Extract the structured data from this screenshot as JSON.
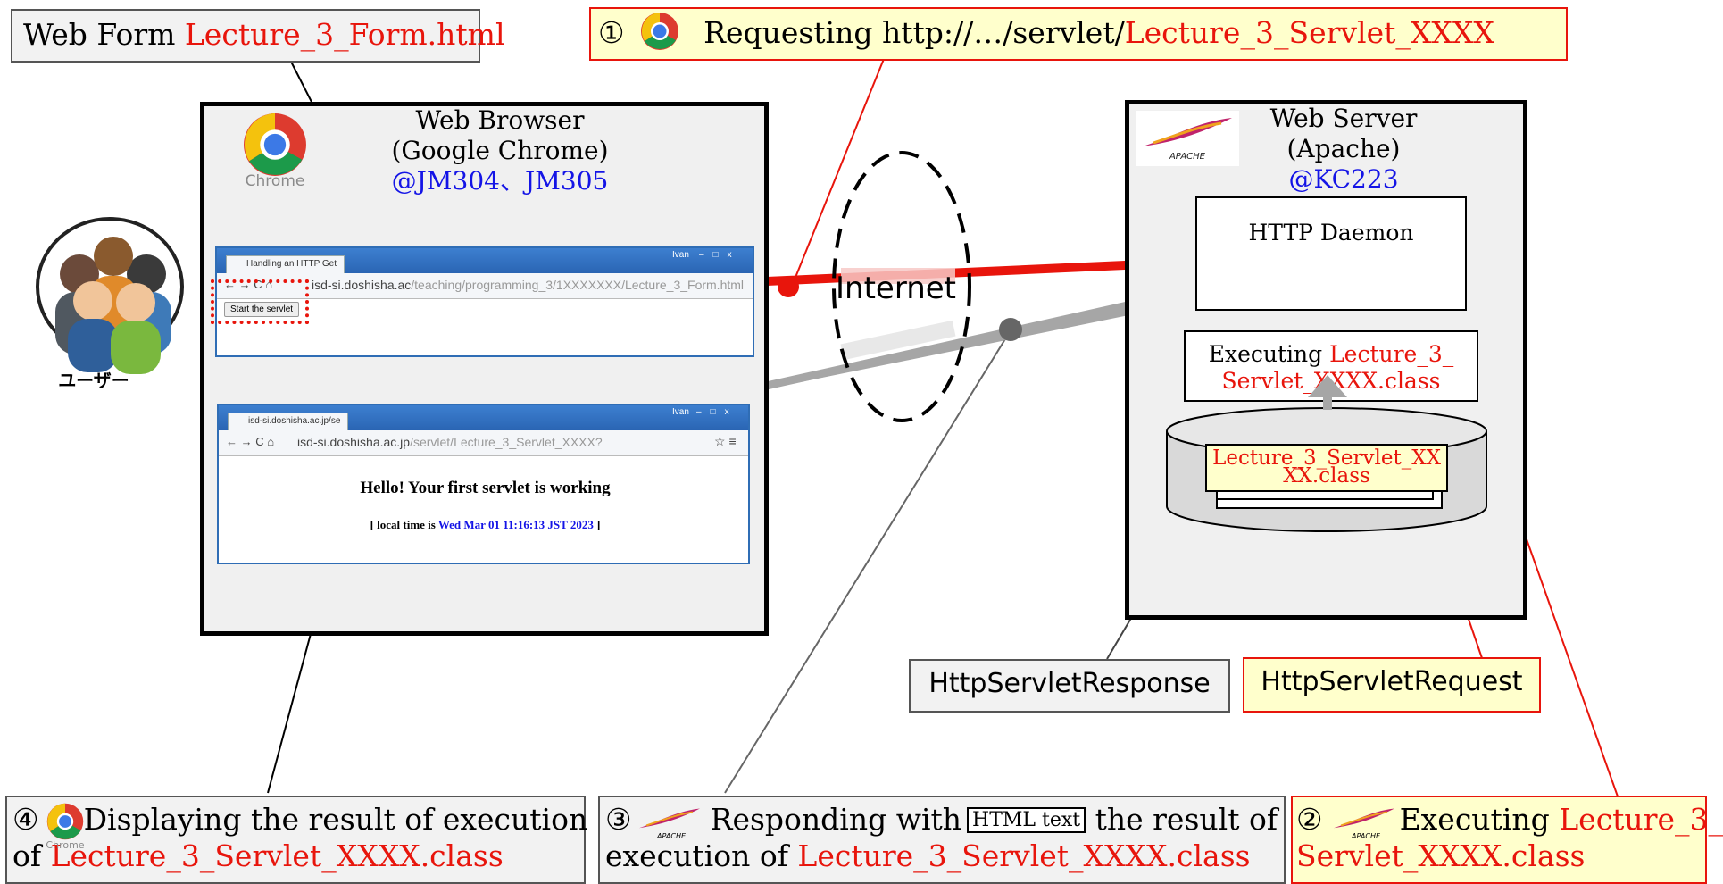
{
  "form_label": {
    "prefix": "Web Form ",
    "file": "Lecture_3_Form.html"
  },
  "request_callout": {
    "num": "①",
    "text": "Requesting http://…/servlet/",
    "servlet": "Lecture_3_Servlet_XXXX"
  },
  "browser_panel": {
    "title1": "Web Browser",
    "title2": "(Google Chrome)",
    "location": "@JM304、JM305",
    "chrome_caption": "Chrome"
  },
  "server_panel": {
    "title1": "Web Server",
    "title2": "(Apache)",
    "location": "@KC223",
    "daemon": "HTTP Daemon",
    "exec_prefix": "Executing ",
    "exec_class1": "Lecture_3_",
    "exec_class2": "Servlet_XXXX.class",
    "class_file1": "Lecture_3_Servlet_XX",
    "class_file2": "XX.class"
  },
  "user_label": "ユーザー",
  "internet_label": "Internet",
  "win1": {
    "tab": "Handling an HTTP Get",
    "url_host": "isd-si.doshisha.ac",
    "url_path": "/teaching/programming_3/1XXXXXXX/Lecture_3_Form.html",
    "button": "Start the servlet",
    "user": "Ivan"
  },
  "win2": {
    "tab": "isd-si.doshisha.ac.jp/se",
    "url_host": "isd-si.doshisha.ac.jp",
    "url_path": "/servlet/Lecture_3_Servlet_XXXX?",
    "heading": "Hello! Your first servlet is working",
    "time_prefix": "[ local time is ",
    "time": "Wed Mar 01 11:16:13 JST 2023",
    "time_suffix": " ]",
    "user": "Ivan"
  },
  "response_obj": "HttpServletResponse",
  "request_obj": "HttpServletRequest",
  "display_callout": {
    "num": "④",
    "line1": "Displaying the result of execution",
    "line2_prefix": "of ",
    "line2_class": "Lecture_3_Servlet_XXXX.class",
    "chrome_caption": "Chrome"
  },
  "respond_callout": {
    "num": "③",
    "text1": "Responding with",
    "html_text": "HTML text",
    "text2": " the result of",
    "line2_prefix": "execution of ",
    "line2_class": "Lecture_3_Servlet_XXXX.class"
  },
  "execute_callout": {
    "num": "②",
    "text": "Executing ",
    "class1": "Lecture_3_",
    "class2": "Servlet_XXXX.class"
  },
  "apache_caption": "APACHE",
  "colors": {
    "red": "#e8150c",
    "blue": "#1414e6",
    "gray_arrow": "#a6a6a6",
    "yellow": "#ffffcc"
  }
}
